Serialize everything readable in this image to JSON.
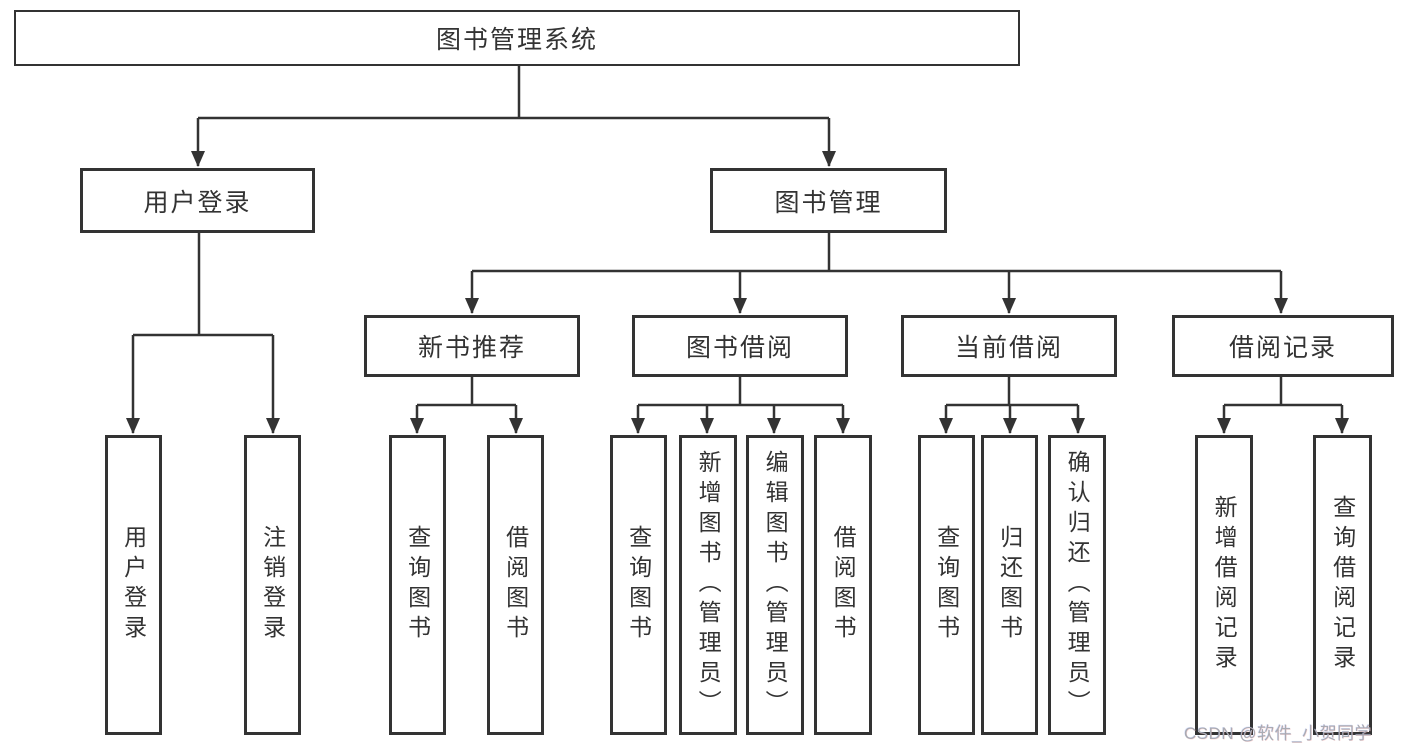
{
  "colors": {
    "line": "#333333",
    "text": "#333333",
    "background": "#ffffff",
    "watermark": "#a9abb3"
  },
  "tree": {
    "root": {
      "label": "图书管理系统"
    },
    "branches": [
      {
        "label": "用户登录",
        "children": [
          {
            "label": "用户登录"
          },
          {
            "label": "注销登录"
          }
        ]
      },
      {
        "label": "图书管理",
        "sections": [
          {
            "label": "新书推荐",
            "children": [
              {
                "label": "查询图书"
              },
              {
                "label": "借阅图书"
              }
            ]
          },
          {
            "label": "图书借阅",
            "children": [
              {
                "label": "查询图书"
              },
              {
                "label": "新增图书（管理员）"
              },
              {
                "label": "编辑图书（管理员）"
              },
              {
                "label": "借阅图书"
              }
            ]
          },
          {
            "label": "当前借阅",
            "children": [
              {
                "label": "查询图书"
              },
              {
                "label": "归还图书"
              },
              {
                "label": "确认归还（管理员）"
              }
            ]
          },
          {
            "label": "借阅记录",
            "children": [
              {
                "label": "新增借阅记录"
              },
              {
                "label": "查询借阅记录"
              }
            ]
          }
        ]
      }
    ]
  },
  "watermark": "CSDN @软件_小贺同学"
}
